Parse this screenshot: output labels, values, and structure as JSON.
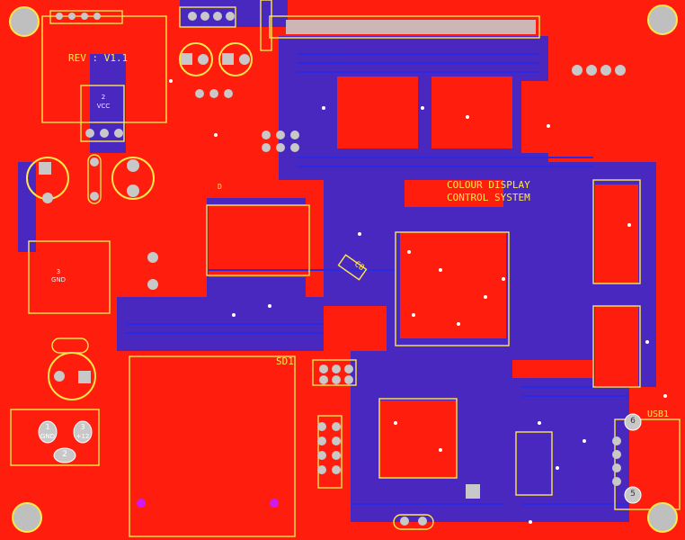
{
  "board": {
    "title_line1": "COLOUR DISPLAY",
    "title_line2": "CONTROL SYSTEM",
    "revision": "REV : V1.1",
    "refs": {
      "sd_slot": "SD1",
      "usb": "USB1",
      "cap": "C8",
      "diode": "D"
    },
    "pins": {
      "vcc_num": "2",
      "vcc_label": "VCC",
      "gnd_num": "3",
      "gnd_label": "GND",
      "pwr_gnd": "GND",
      "pwr_num1": "1",
      "pwr_num3": "3",
      "pwr_plus12": "+12",
      "pwr_num2": "2",
      "usb_pin6": "6",
      "usb_pin5": "5"
    },
    "colors": {
      "copper_top": "#ff1d0d",
      "copper_bottom": "#2a2ae0",
      "silkscreen": "#ffe84a",
      "pad": "#c8c8c8"
    }
  }
}
